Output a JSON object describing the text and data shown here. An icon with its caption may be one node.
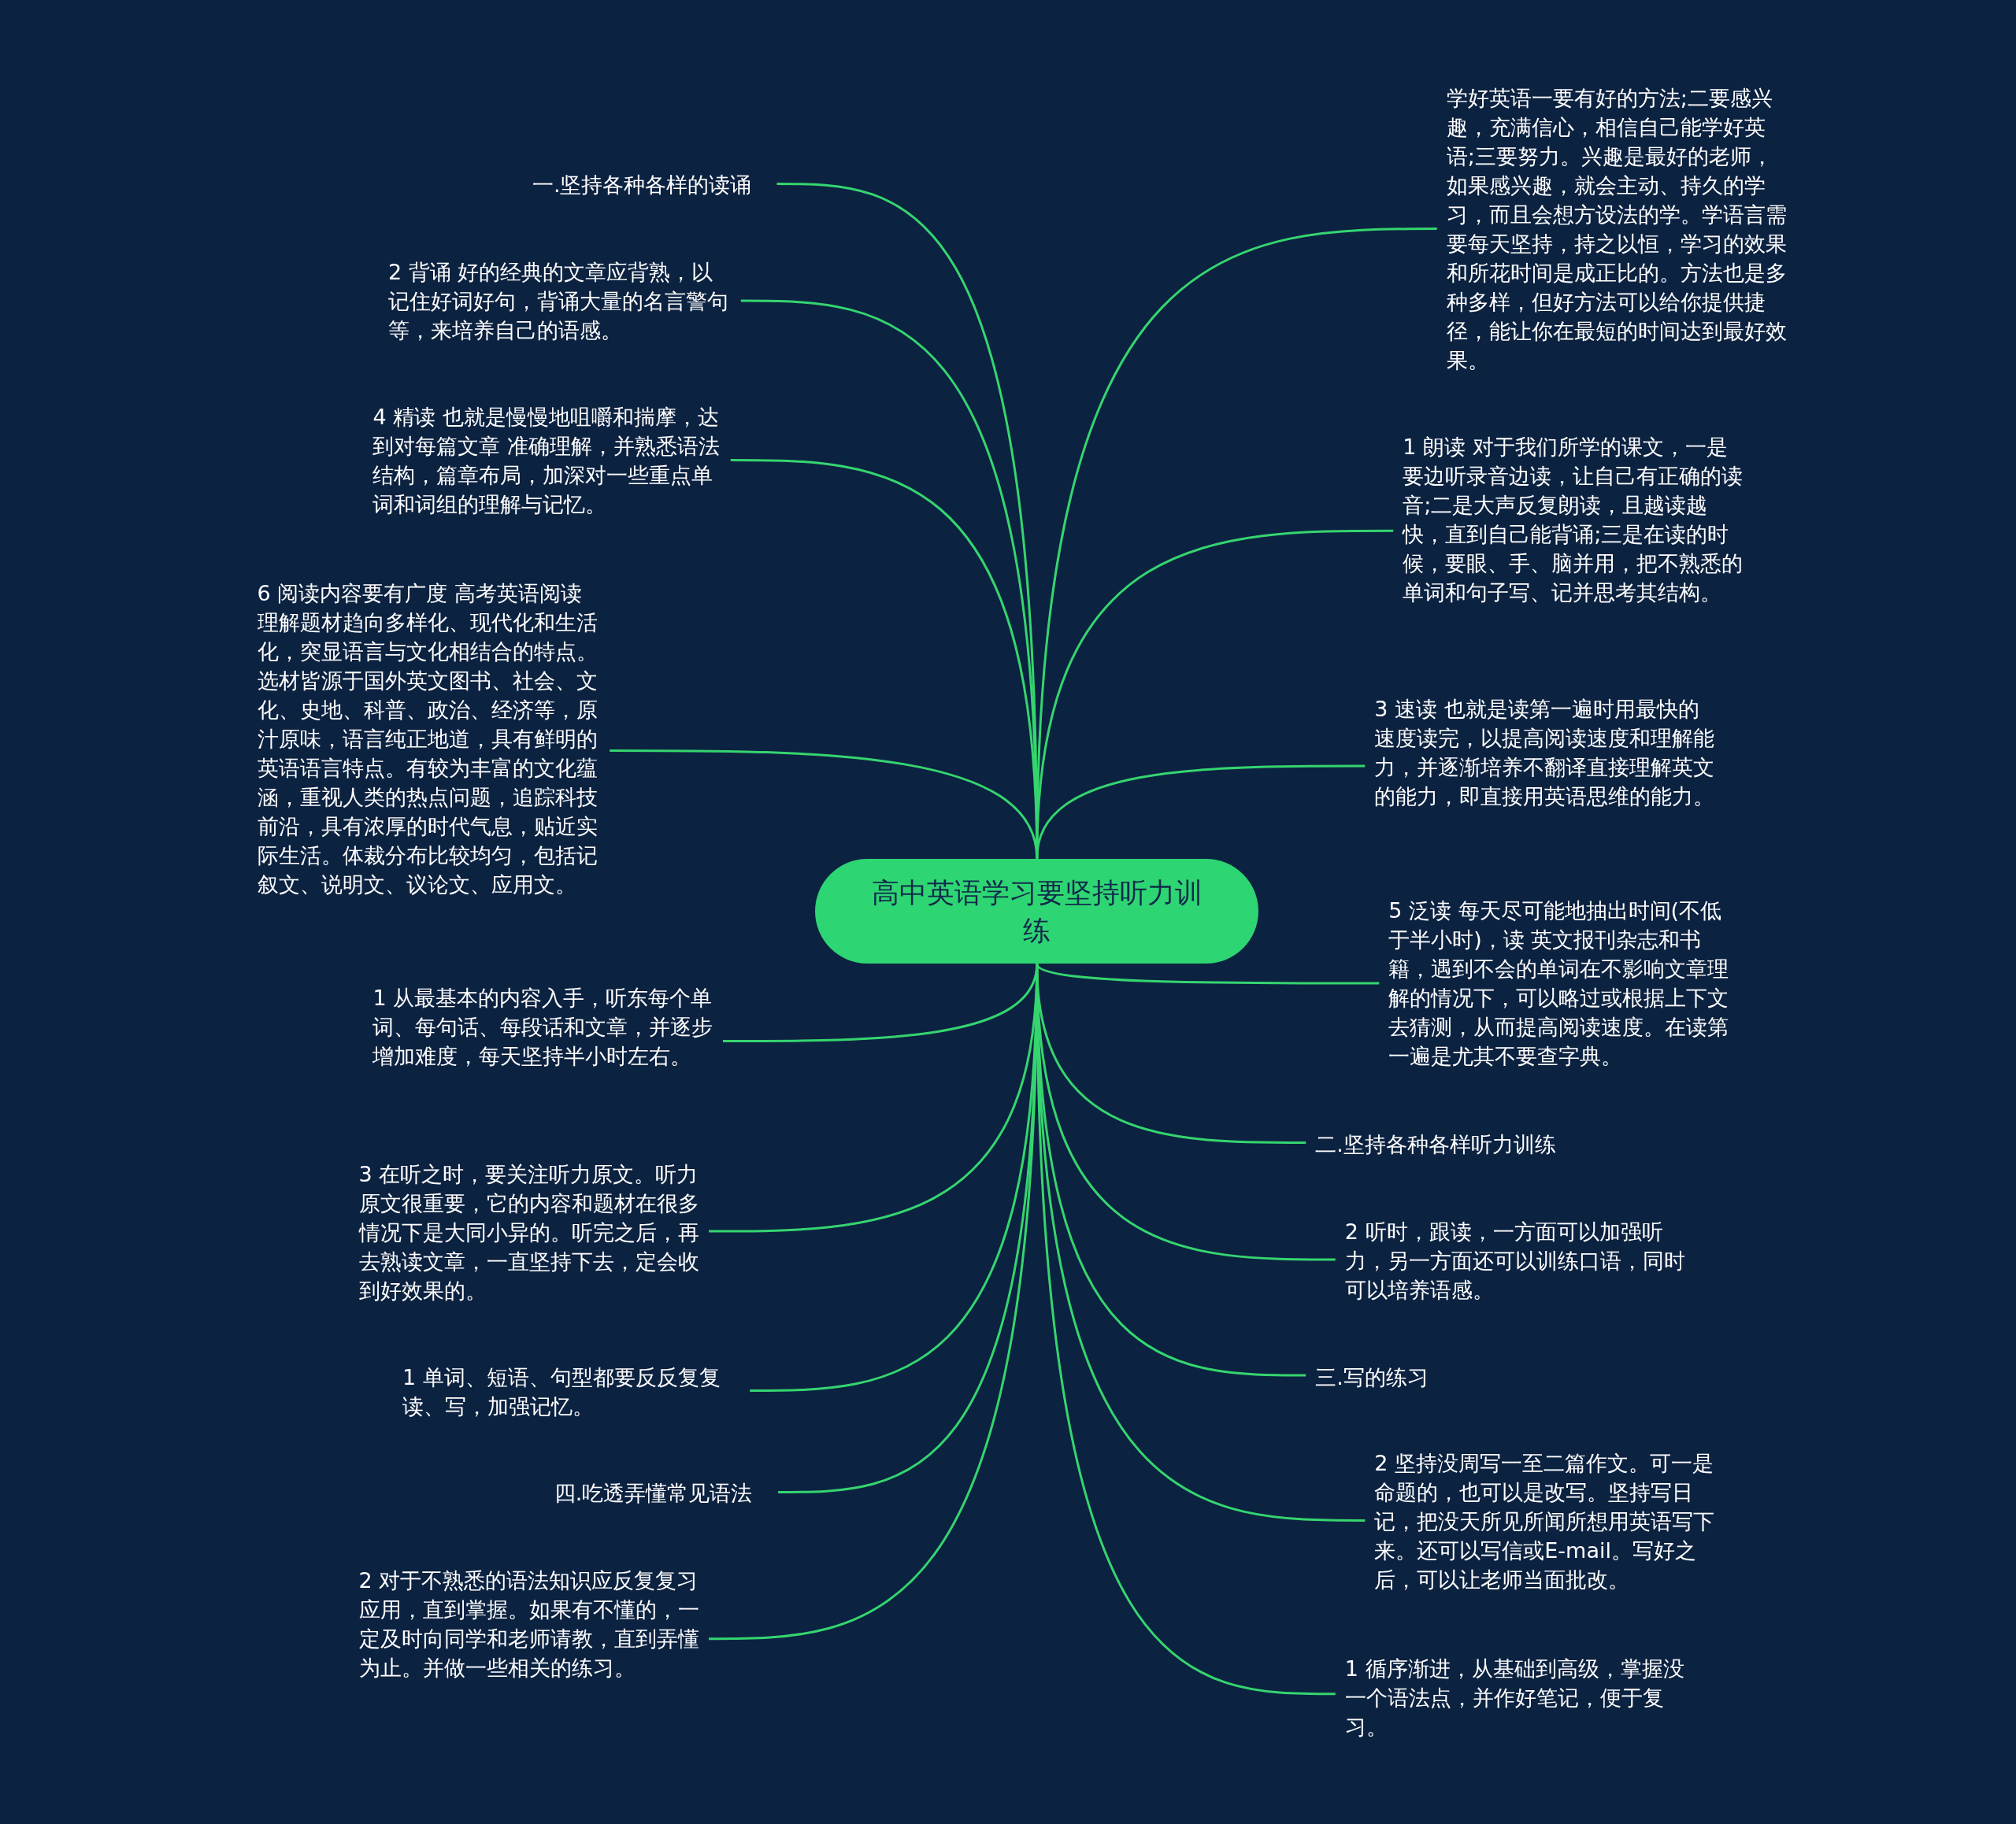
{
  "diagram": {
    "nodes": [
      {
        "text": [
          "高中英语学习要坚持听力训练"
        ]
      },
      {
        "text": [
          "一.坚持各种各样的读诵"
        ]
      },
      {
        "text": [
          "2 背诵 好的经典的文章应背熟，以记住好词好句，背诵大量的名言警句等，来培养自己的语感。"
        ]
      },
      {
        "text": [
          "4 精读 也就是慢慢地咀嚼和揣摩，达到对每篇文章 准确理解，并熟悉语法结构，篇章布局，加深对一些重点单词和词组的理解与记忆。"
        ]
      },
      {
        "text": [
          "6 阅读内容要有广度 高考英语阅读理解题材趋向多样化、现代化和生活化，突显语言与文化相结合的特点。选材皆源于国外英文图书、社会、文化、史地、科普、政治、经济等，原汁原味，语言纯正地道，具有鲜明的英语语言特点。有较为丰富的文化蕴涵，重视人类的热点问题，追踪科技前沿，具有浓厚的时代气息，贴近实际生活。体裁分布比较均匀，包括记叙文、说明文、议论文、应用文。"
        ]
      },
      {
        "text": [
          "1 从最基本的内容入手，听东每个单词、每句话、每段话和文章，并逐步增加难度，每天坚持半小时左右。"
        ]
      },
      {
        "text": [
          "3 在听之时，要关注听力原文。听力原文很重要，它的内容和题材在很多情况下是大同小异的。听完之后，再去熟读文章，一直坚持下去，定会收到好效果的。"
        ]
      },
      {
        "text": [
          "1 单词、短语、句型都要反反复复读、写，加强记忆。"
        ]
      },
      {
        "text": [
          "四.吃透弄懂常见语法"
        ]
      },
      {
        "text": [
          "2 对于不熟悉的语法知识应反复复习应用，直到掌握。如果有不懂的，一定及时向同学和老师请教，直到弄懂为止。并做一些相关的练习。"
        ]
      },
      {
        "text": [
          "学好英语一要有好的方法;二要感兴趣，充满信心，相信自己能学好英语;三要努力。兴趣是最好的老师，如果感兴趣，就会主动、持久的学习，而且会想方设法的学。学语言需要每天坚持，持之以恒，学习的效果和所花时间是成正比的。方法也是多种多样，但好方法可以给你提供捷径，能让你在最短的时间达到最好效果。"
        ]
      },
      {
        "text": [
          "1 朗读 对于我们所学的课文，一是要边听录音边读，让自己有正确的读音;二是大声反复朗读，且越读越快，直到自己能背诵;三是在读的时候，要眼、手、脑并用，把不熟悉的单词和句子写、记并思考其结构。"
        ]
      },
      {
        "text": [
          "3 速读 也就是读第一遍时用最快的速度读完，以提高阅读速度和理解能力，并逐渐培养不翻译直接理解英文的能力，即直接用英语思维的能力。"
        ]
      },
      {
        "text": [
          "5 泛读 每天尽可能地抽出时间(不低于半小时)，读 英文报刊杂志和书籍，遇到不会的单词在不影响文章理解的情况下，可以略过或根据上下文去猜测，从而提高阅读速度。在读第一遍是尤其不要查字典。"
        ]
      },
      {
        "text": [
          "二.坚持各种各样听力训练"
        ]
      },
      {
        "text": [
          "2 听时，跟读，一方面可以加强听力，另一方面还可以训练口语，同时可以培养语感。"
        ]
      },
      {
        "text": [
          "三.写的练习"
        ]
      },
      {
        "text": [
          "2 坚持没周写一至二篇作文。可一是命题的，也可以是改写。坚持写日记，把没天所见所闻所想用英语写下来。还可以写信或E-mail。写好之后，可以让老师当面批改。"
        ]
      },
      {
        "text": [
          "1 循序渐进，从基础到高级，掌握没一个语法点，并作好笔记，便于复习。"
        ]
      }
    ],
    "edges": [
      {
        "from": 0,
        "to": 1,
        "arrow": "none"
      },
      {
        "from": 0,
        "to": 2,
        "arrow": "none"
      },
      {
        "from": 0,
        "to": 3,
        "arrow": "none"
      },
      {
        "from": 0,
        "to": 4,
        "arrow": "none"
      },
      {
        "from": 0,
        "to": 5,
        "arrow": "none"
      },
      {
        "from": 0,
        "to": 6,
        "arrow": "none"
      },
      {
        "from": 0,
        "to": 7,
        "arrow": "none"
      },
      {
        "from": 0,
        "to": 8,
        "arrow": "none"
      },
      {
        "from": 0,
        "to": 9,
        "arrow": "none"
      },
      {
        "from": 0,
        "to": 10,
        "arrow": "none"
      },
      {
        "from": 0,
        "to": 11,
        "arrow": "none"
      },
      {
        "from": 0,
        "to": 12,
        "arrow": "none"
      },
      {
        "from": 0,
        "to": 13,
        "arrow": "none"
      },
      {
        "from": 0,
        "to": 14,
        "arrow": "none"
      },
      {
        "from": 0,
        "to": 15,
        "arrow": "none"
      },
      {
        "from": 0,
        "to": 16,
        "arrow": "none"
      },
      {
        "from": 0,
        "to": 17,
        "arrow": "none"
      },
      {
        "from": 0,
        "to": 18,
        "arrow": "none"
      }
    ]
  }
}
